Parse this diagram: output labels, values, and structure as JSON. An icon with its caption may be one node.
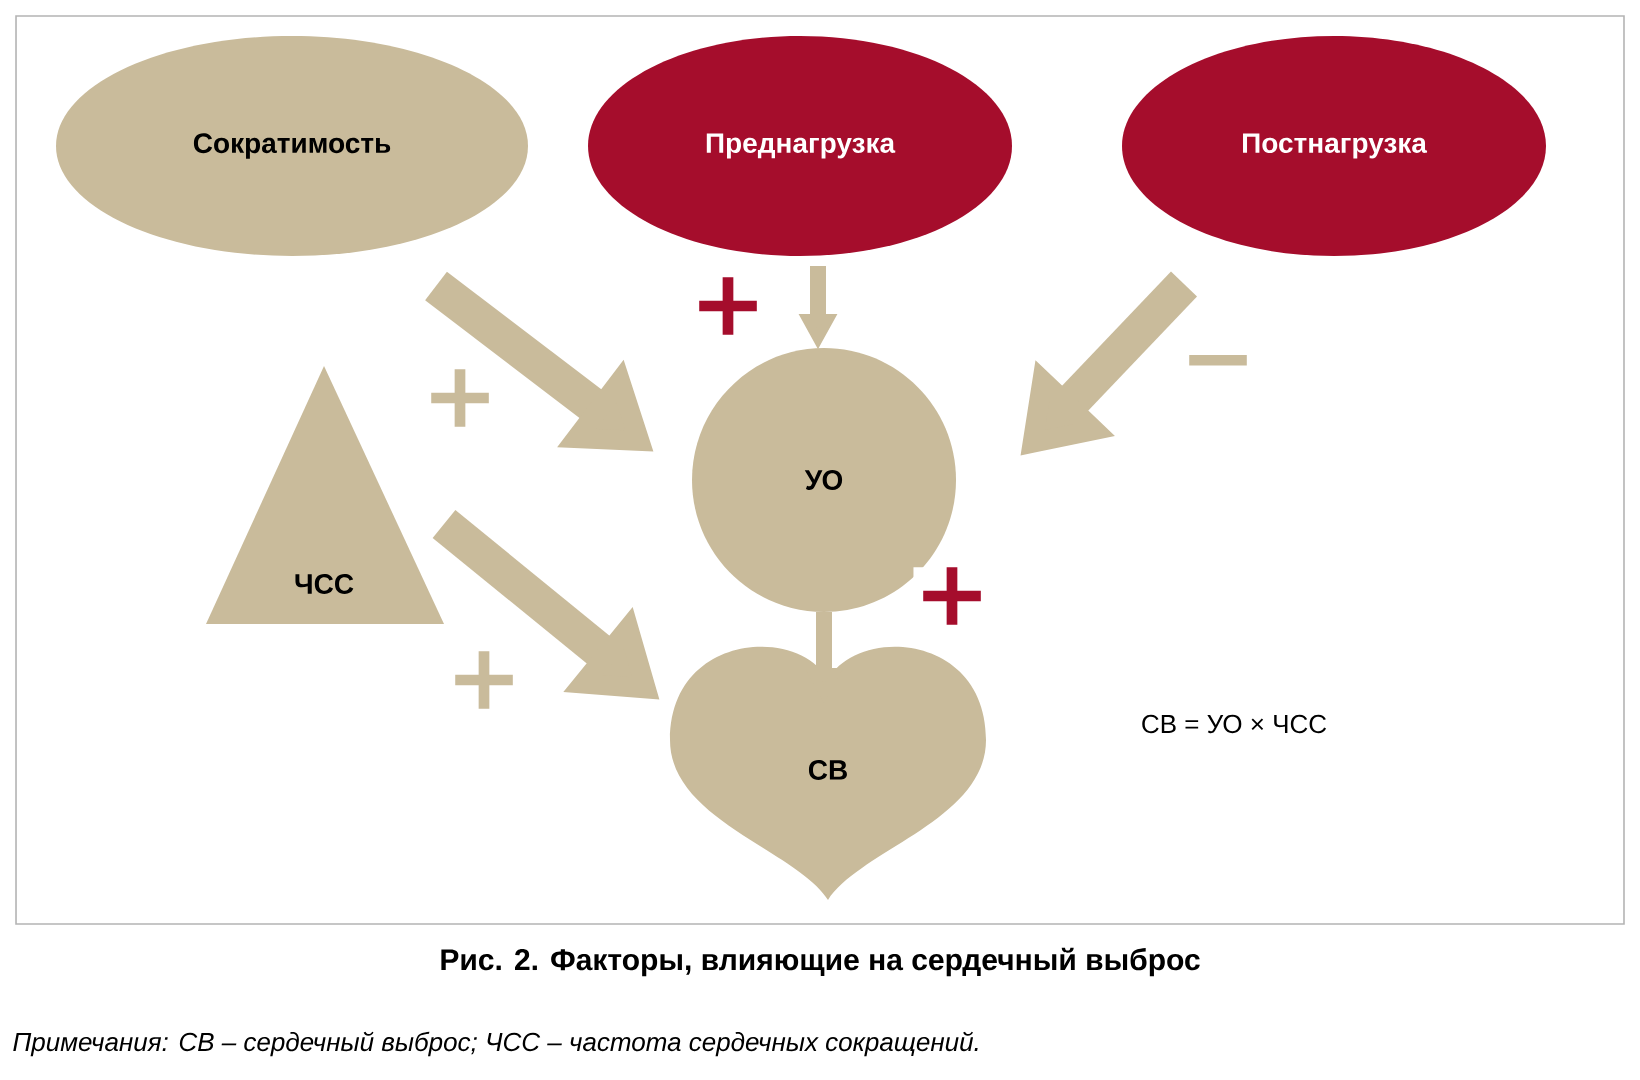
{
  "diagram": {
    "caption": "Рис. 2. Факторы, влияющие на сердечный выброс",
    "nodes": [
      {
        "text": [
          "Сократимость"
        ]
      },
      {
        "text": [
          "Преднагрузка"
        ]
      },
      {
        "text": [
          "Постнагрузка"
        ]
      },
      {
        "text": [
          "УО"
        ]
      },
      {
        "text": [
          "ЧСС"
        ]
      },
      {
        "text": [
          "СВ"
        ]
      }
    ],
    "edges": [
      {
        "from": 0,
        "to": 3,
        "arrow": "to",
        "label": "+"
      },
      {
        "from": 1,
        "to": 3,
        "arrow": "to",
        "label": "+"
      },
      {
        "from": 2,
        "to": 3,
        "arrow": "to",
        "label": "−"
      },
      {
        "from": 4,
        "to": 5,
        "arrow": "to",
        "label": "+"
      },
      {
        "from": 3,
        "to": 5,
        "arrow": "to",
        "label": "+"
      }
    ],
    "labels": [
      "СВ = УО × ЧСС",
      "Примечания: СВ – сердечный выброс; ЧСС – частота сердечных сокращений."
    ]
  }
}
